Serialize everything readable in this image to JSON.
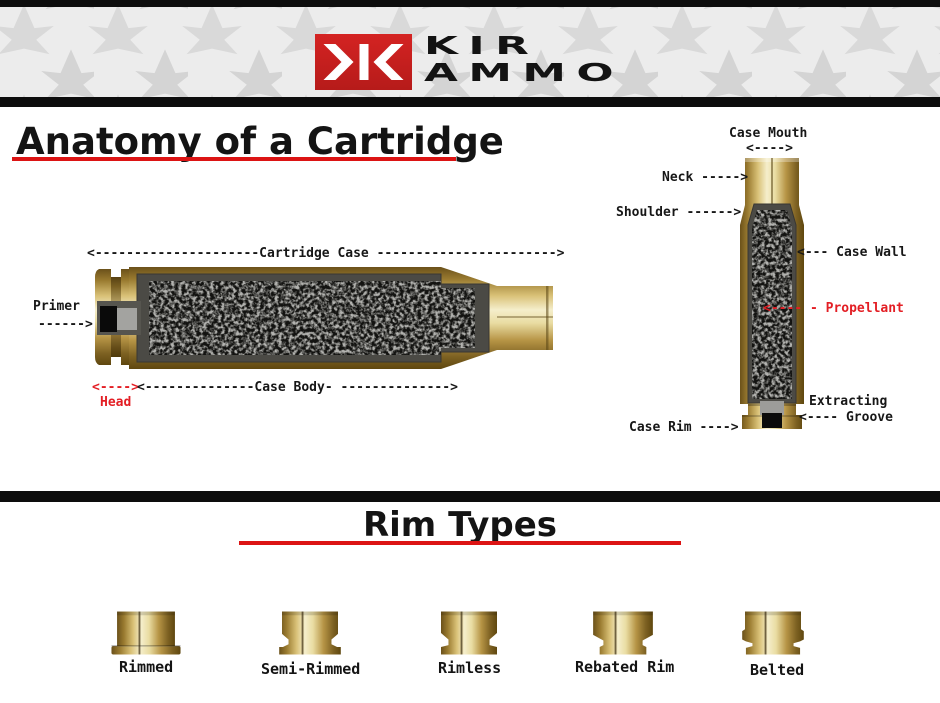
{
  "header": {
    "brand_line1": "KIR",
    "brand_line2": "AMMO",
    "logo_icon": "kir-double-chevron-k-icon",
    "brand_red": "#c9201f"
  },
  "anatomy": {
    "title": "Anatomy of a Cartridge",
    "horizontal_labels": {
      "cartridge_case_line": "<---------------------Cartridge Case ----------------------->",
      "primer_label": "Primer",
      "primer_arrow": "------>",
      "head_arrow": "<---->",
      "head_label": "Head",
      "case_body_line": "<--------------Case Body- -------------->"
    },
    "vertical_labels": {
      "case_mouth_label": "Case Mouth",
      "case_mouth_arrow": "<---->",
      "neck_line": "Neck ----->",
      "shoulder_line": "Shoulder ------>",
      "case_wall_line": "<--- Case Wall",
      "propellant_line": "<---- - Propellant",
      "extracting_label": "Extracting",
      "groove_line": "<---- Groove",
      "case_rim_line": "Case Rim ---->"
    }
  },
  "rim_types": {
    "title": "Rim Types",
    "items": [
      {
        "label": "Rimmed"
      },
      {
        "label": "Semi-Rimmed"
      },
      {
        "label": "Rimless"
      },
      {
        "label": "Rebated Rim"
      },
      {
        "label": "Belted"
      }
    ]
  },
  "colors": {
    "accent_red": "#e31e24",
    "underline_red": "#dc1414",
    "divider_black": "#0d0d0d",
    "brass_light": "#f5eecb",
    "brass_dark": "#6b511a",
    "case_interior_gray": "#4b4a45",
    "header_gray": "#ececec",
    "star_gray": "#d9d9d9"
  }
}
